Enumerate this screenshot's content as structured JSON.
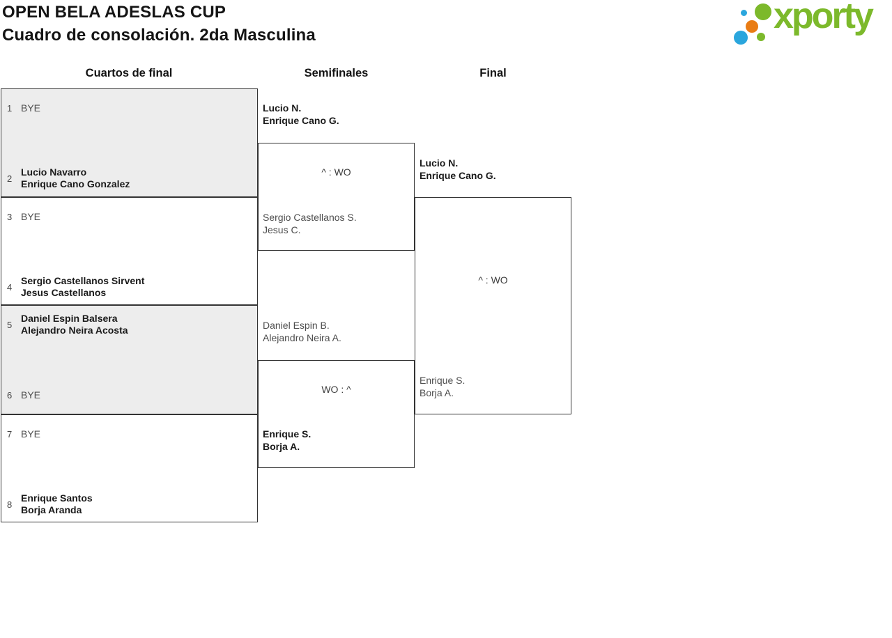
{
  "header": {
    "title_line1": "OPEN BELA ADESLAS CUP",
    "title_line2": "Cuadro de consolación. 2da Masculina"
  },
  "logo": {
    "brand": "xporty",
    "colors": {
      "green": "#7cb92b",
      "blue": "#2aa6dd",
      "orange": "#e97c14"
    }
  },
  "round_headers": {
    "quarterfinals": "Cuartos de final",
    "semifinals": "Semifinales",
    "final": "Final"
  },
  "quarterfinals": [
    {
      "top_seed": "1",
      "top_name1": "BYE",
      "top_name2": "",
      "top_bold": false,
      "bottom_seed": "2",
      "bottom_name1": "Lucio Navarro",
      "bottom_name2": "Enrique Cano Gonzalez",
      "bottom_bold": true
    },
    {
      "top_seed": "3",
      "top_name1": "BYE",
      "top_name2": "",
      "top_bold": false,
      "bottom_seed": "4",
      "bottom_name1": "Sergio Castellanos Sirvent",
      "bottom_name2": "Jesus Castellanos",
      "bottom_bold": true
    },
    {
      "top_seed": "5",
      "top_name1": "Daniel Espin Balsera",
      "top_name2": "Alejandro Neira Acosta",
      "top_bold": true,
      "bottom_seed": "6",
      "bottom_name1": "BYE",
      "bottom_name2": "",
      "bottom_bold": false
    },
    {
      "top_seed": "7",
      "top_name1": "BYE",
      "top_name2": "",
      "top_bold": false,
      "bottom_seed": "8",
      "bottom_name1": "Enrique Santos",
      "bottom_name2": "Borja Aranda",
      "bottom_bold": true
    }
  ],
  "semifinals": [
    {
      "top_name1": "Lucio N.",
      "top_name2": "Enrique Cano G.",
      "top_bold": true,
      "score": "^ : WO",
      "bottom_name1": "Sergio Castellanos S.",
      "bottom_name2": "Jesus C.",
      "bottom_bold": false
    },
    {
      "top_name1": "Daniel Espin B.",
      "top_name2": "Alejandro Neira A.",
      "top_bold": false,
      "score": "WO : ^",
      "bottom_name1": "Enrique S.",
      "bottom_name2": "Borja A.",
      "bottom_bold": true
    }
  ],
  "final_match": {
    "top_name1": "Lucio N.",
    "top_name2": "Enrique Cano G.",
    "top_bold": true,
    "score": "^ : WO",
    "bottom_name1": "Enrique S.",
    "bottom_name2": "Borja A.",
    "bottom_bold": false
  }
}
